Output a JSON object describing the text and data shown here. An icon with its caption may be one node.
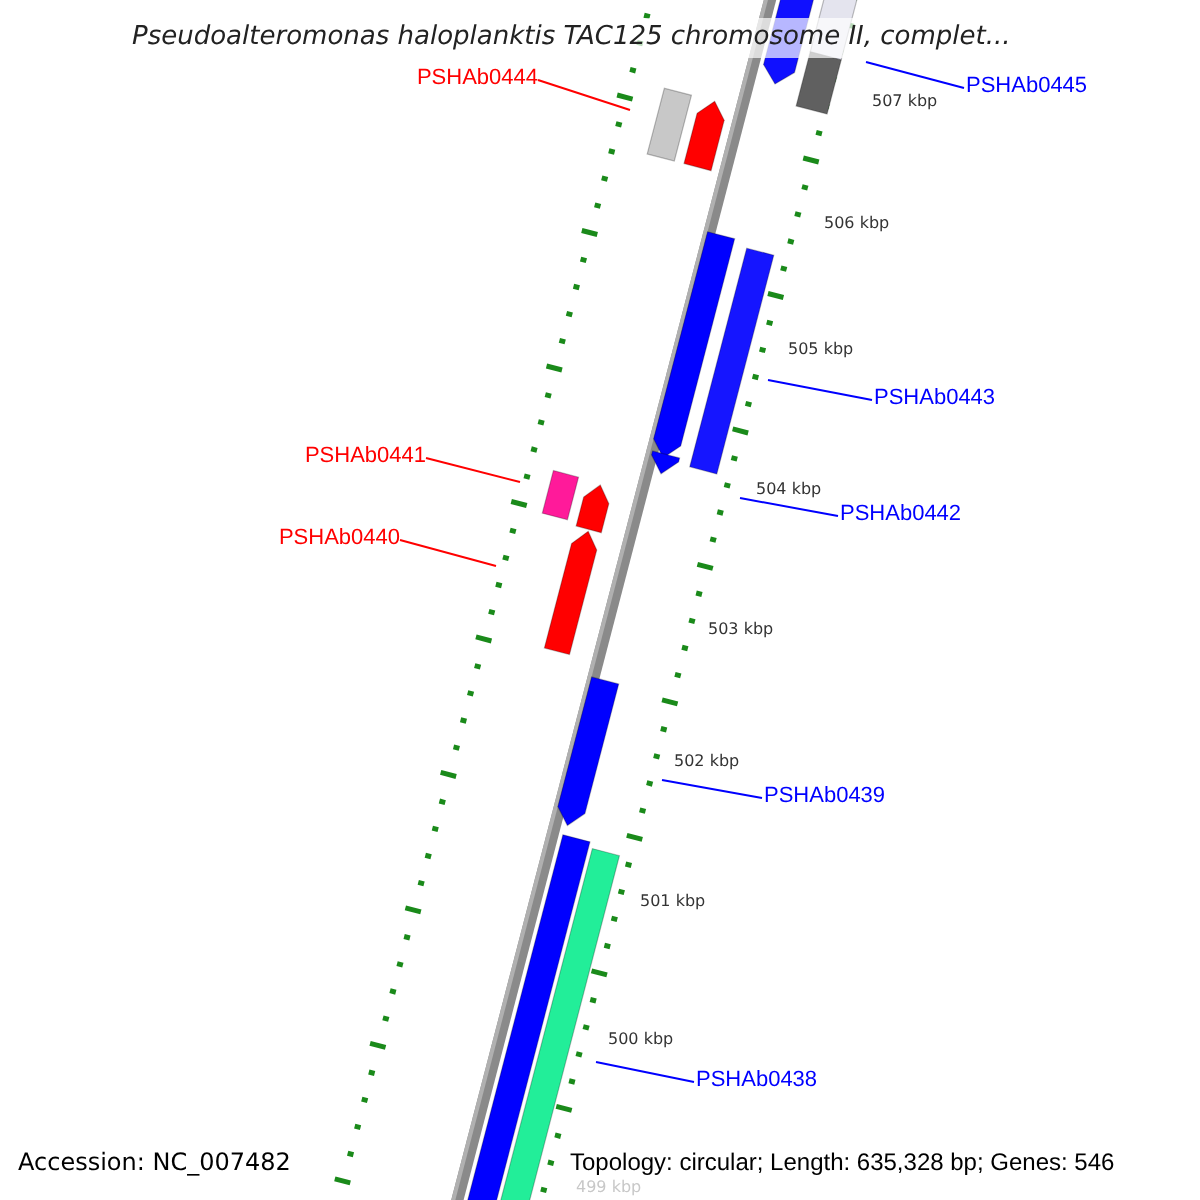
{
  "diagram": {
    "title": "Pseudoalteromonas haloplanktis TAC125 chromosome II, complet...",
    "nodes": [
      {
        "text": [
          "PSHAb0444"
        ]
      },
      {
        "text": [
          "PSHAb0445"
        ]
      },
      {
        "text": [
          "PSHAb0443"
        ]
      },
      {
        "text": [
          "PSHAb0441"
        ]
      },
      {
        "text": [
          "PSHAb0442"
        ]
      },
      {
        "text": [
          "PSHAb0440"
        ]
      },
      {
        "text": [
          "PSHAb0439"
        ]
      },
      {
        "text": [
          "PSHAb0438"
        ]
      }
    ],
    "edges": [
      {
        "from": 0,
        "to": null,
        "arrow": "none",
        "color": "#ff0000"
      },
      {
        "from": 1,
        "to": null,
        "arrow": "none"
      },
      {
        "from": 2,
        "to": null,
        "arrow": "none"
      },
      {
        "from": 3,
        "to": null,
        "arrow": "none",
        "color": "#ff0000"
      },
      {
        "from": 4,
        "to": null,
        "arrow": "none"
      },
      {
        "from": 5,
        "to": null,
        "arrow": "none",
        "color": "#ff0000"
      },
      {
        "from": 6,
        "to": null,
        "arrow": "none"
      },
      {
        "from": 7,
        "to": null,
        "arrow": "none"
      }
    ],
    "labels": [
      "507 kbp",
      "506 kbp",
      "505 kbp",
      "504 kbp",
      "503 kbp",
      "502 kbp",
      "501 kbp",
      "500 kbp",
      "499 kbp",
      "Accession: NC_007482",
      "Topology: circular; Length: 635,328 bp; Genes: 546"
    ]
  }
}
